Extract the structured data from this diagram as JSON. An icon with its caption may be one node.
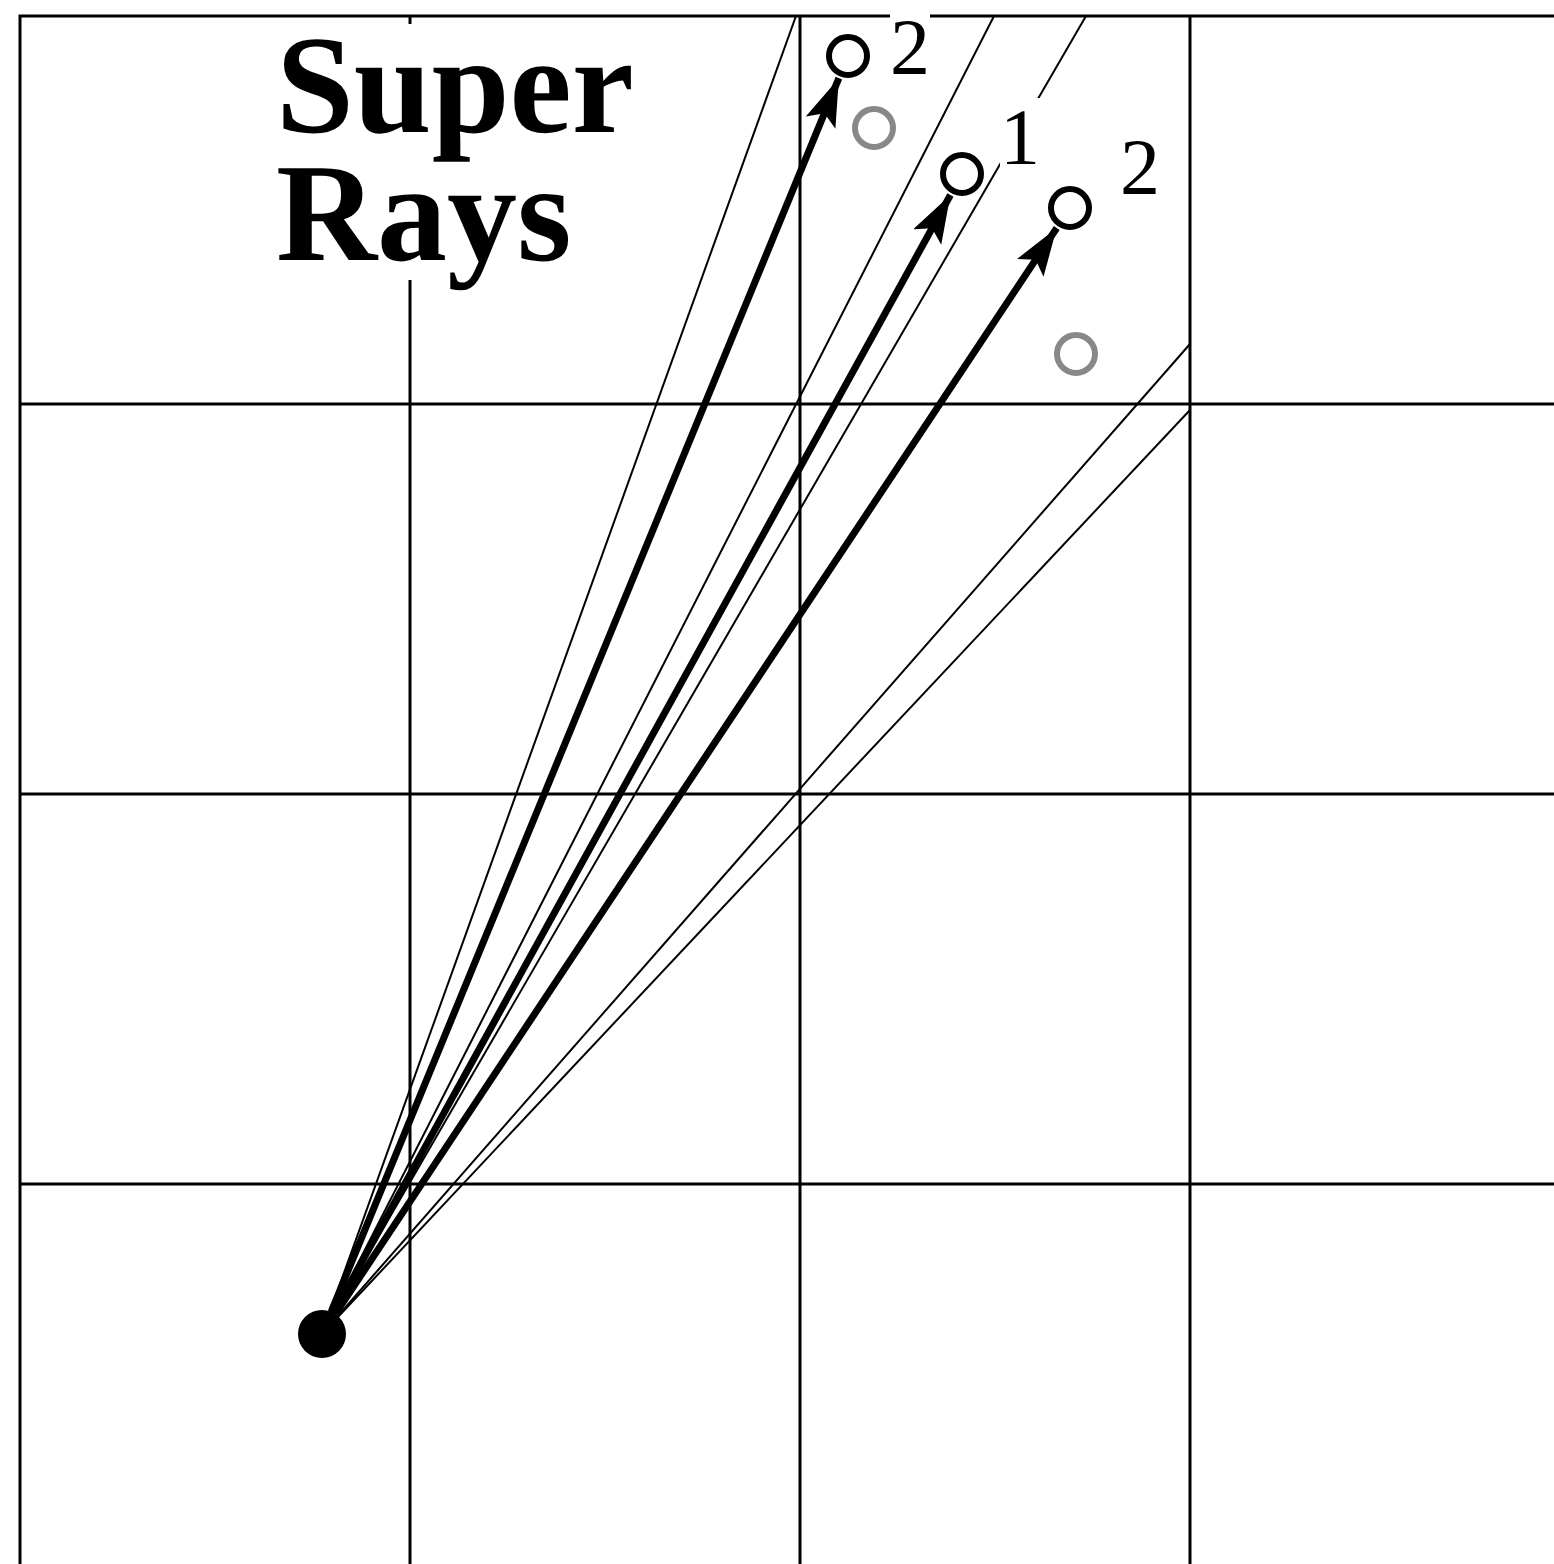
{
  "diagram": {
    "title": "Super Rays",
    "nodes": [
      {
        "text": [],
        "shape": "circle",
        "beside": [
          "2"
        ]
      },
      {
        "text": [],
        "shape": "circle"
      },
      {
        "text": [],
        "shape": "circle",
        "beside": [
          "1"
        ]
      },
      {
        "text": [],
        "shape": "circle",
        "beside": [
          "2"
        ]
      },
      {
        "text": [],
        "shape": "circle"
      },
      {
        "text": [],
        "shape": "circle"
      }
    ],
    "edges": [
      {
        "from": 5,
        "to": 0,
        "arrow": "to"
      },
      {
        "from": 5,
        "to": 2,
        "arrow": "to"
      },
      {
        "from": 5,
        "to": 3,
        "arrow": "to"
      }
    ]
  }
}
